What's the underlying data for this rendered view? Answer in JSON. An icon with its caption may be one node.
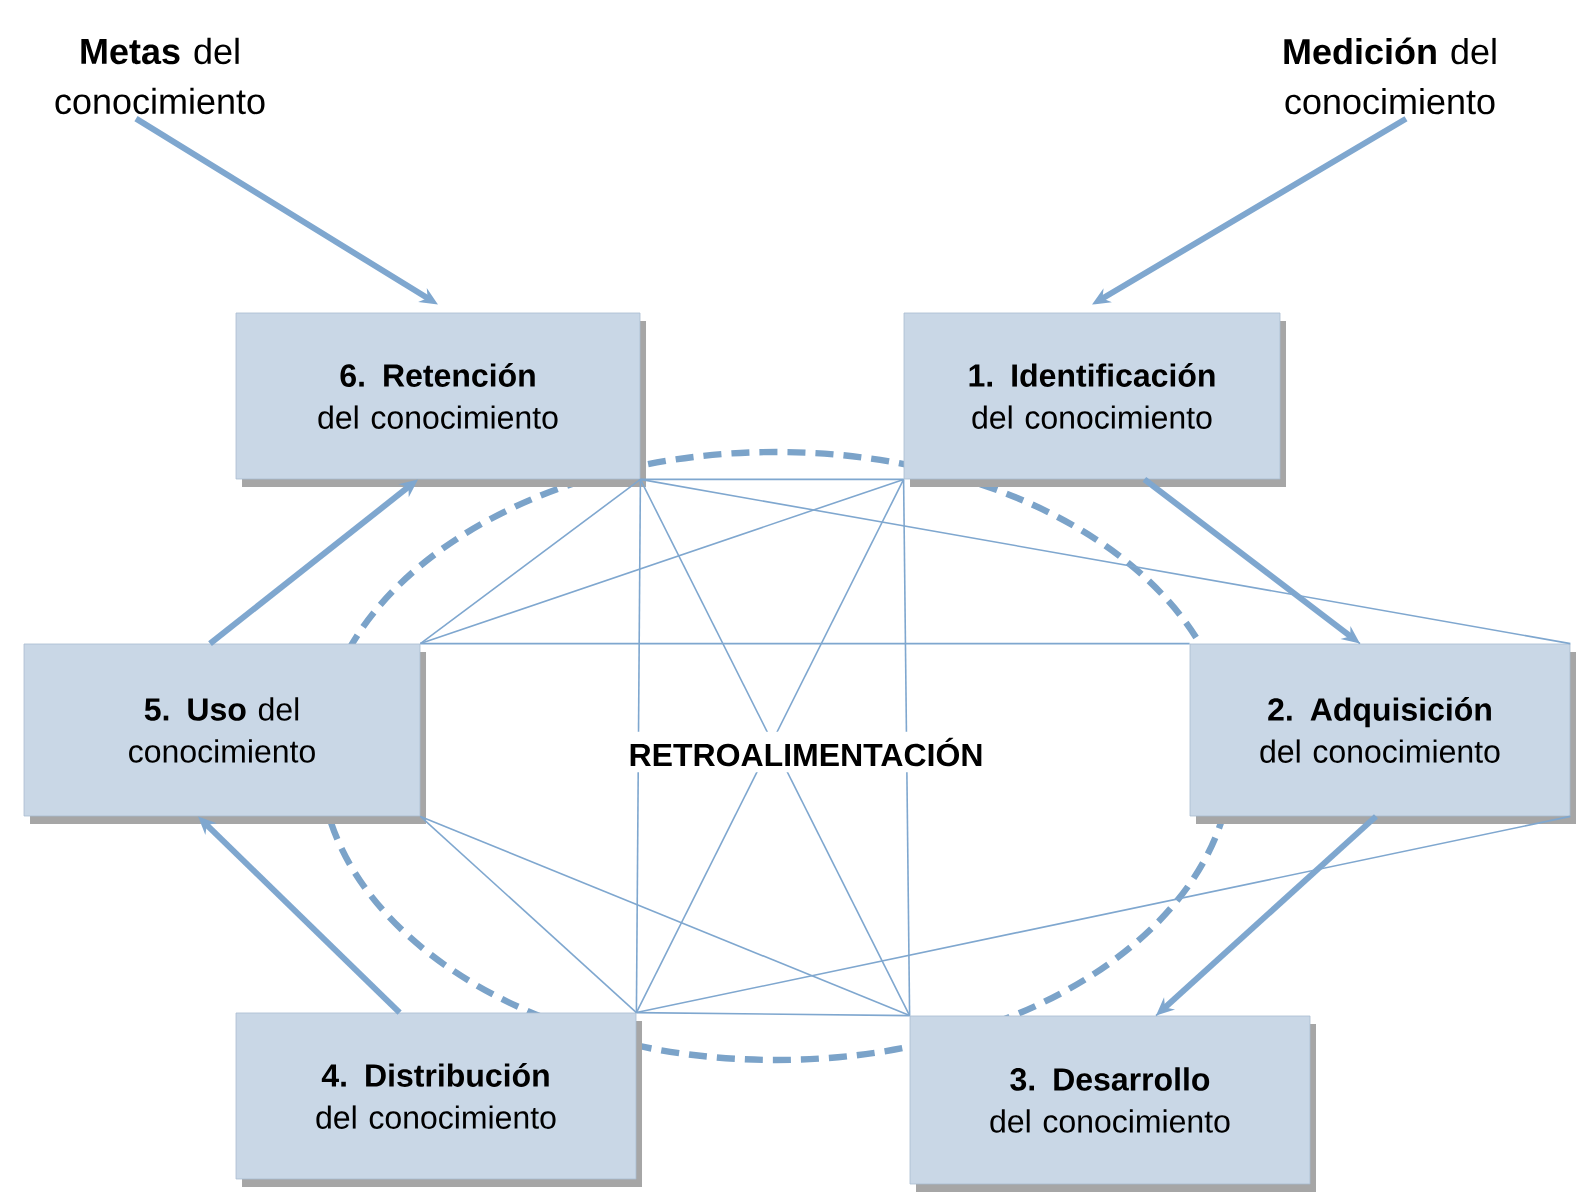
{
  "diagram": {
    "nodes": [
      {
        "text": [
          "**Metas** del conocimiento"
        ]
      },
      {
        "text": [
          "**Medición** del conocimiento"
        ]
      },
      {
        "text": [
          "**6. Retención** del conocimiento"
        ]
      },
      {
        "text": [
          "**1. Identificación** del conocimiento"
        ]
      },
      {
        "text": [
          "**5. Uso** del conocimiento"
        ]
      },
      {
        "text": [
          "**2. Adquisición** del conocimiento"
        ]
      },
      {
        "text": [
          "**4. Distribución** del conocimiento"
        ]
      },
      {
        "text": [
          "**3. Desarrollo** del conocimiento"
        ]
      }
    ],
    "edges": [
      {
        "from": 0,
        "to": 2,
        "arrow": "to",
        "style": "thick"
      },
      {
        "from": 1,
        "to": 3,
        "arrow": "to",
        "style": "thick"
      },
      {
        "from": 3,
        "to": 5,
        "arrow": "to",
        "style": "thick"
      },
      {
        "from": 5,
        "to": 7,
        "arrow": "to",
        "style": "thick"
      },
      {
        "from": 6,
        "to": 4,
        "arrow": "to",
        "style": "thick"
      },
      {
        "from": 4,
        "to": 2,
        "arrow": "to",
        "style": "thick"
      },
      {
        "from": 2,
        "to": 3,
        "arrow": "none"
      },
      {
        "from": 2,
        "to": 4,
        "arrow": "none"
      },
      {
        "from": 2,
        "to": 5,
        "arrow": "none"
      },
      {
        "from": 2,
        "to": 6,
        "arrow": "none"
      },
      {
        "from": 2,
        "to": 7,
        "arrow": "none"
      },
      {
        "from": 3,
        "to": 4,
        "arrow": "none"
      },
      {
        "from": 3,
        "to": 5,
        "arrow": "none"
      },
      {
        "from": 3,
        "to": 6,
        "arrow": "none"
      },
      {
        "from": 3,
        "to": 7,
        "arrow": "none"
      },
      {
        "from": 4,
        "to": 5,
        "arrow": "none"
      },
      {
        "from": 4,
        "to": 6,
        "arrow": "none"
      },
      {
        "from": 4,
        "to": 7,
        "arrow": "none"
      },
      {
        "from": 5,
        "to": 6,
        "arrow": "none"
      },
      {
        "from": 5,
        "to": 7,
        "arrow": "none"
      },
      {
        "from": 6,
        "to": 7,
        "arrow": "none"
      }
    ],
    "labels": [
      "RETROALIMENTACIÓN"
    ]
  }
}
